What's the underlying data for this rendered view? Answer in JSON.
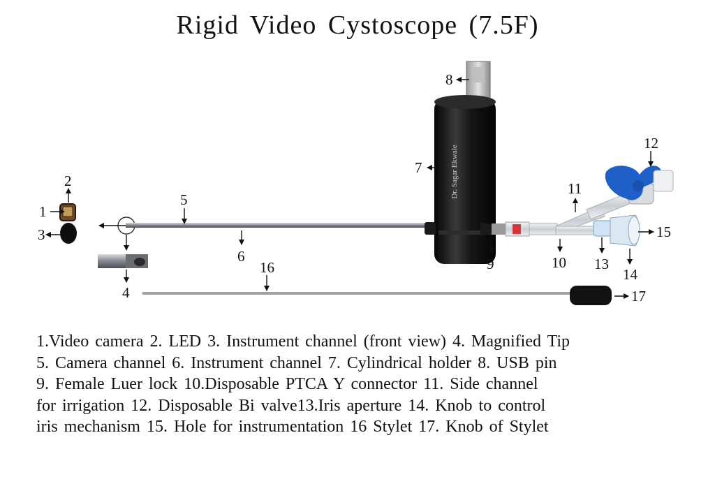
{
  "title": "Rigid Video Cystoscope (7.5F)",
  "callouts": {
    "n1": "1",
    "n2": "2",
    "n3": "3",
    "n4": "4",
    "n5": "5",
    "n6": "6",
    "n7": "7",
    "n8": "8",
    "n9": "9",
    "n10": "10",
    "n11": "11",
    "n12": "12",
    "n13": "13",
    "n14": "14",
    "n15": "15",
    "n16": "16",
    "n17": "17"
  },
  "holder_text": "Dr. Sagar Ekwale",
  "legend": {
    "line1": "1.Video camera 2. LED 3. Instrument channel (front view) 4. Magnified Tip",
    "line2": "5. Camera channel 6. Instrument channel 7. Cylindrical holder 8. USB pin",
    "line3": "9. Female Luer lock 10.Disposable PTCA Y connector 11. Side channel",
    "line4": "for irrigation 12. Disposable Bi valve13.Iris aperture 14. Knob to control",
    "line5": "iris mechanism 15. Hole for instrumentation 16 Stylet 17. Knob of Stylet"
  },
  "colors": {
    "valve_blue": "#1f5fc8",
    "holder_black": "#141414",
    "shaft_steel": "#8c9096"
  }
}
